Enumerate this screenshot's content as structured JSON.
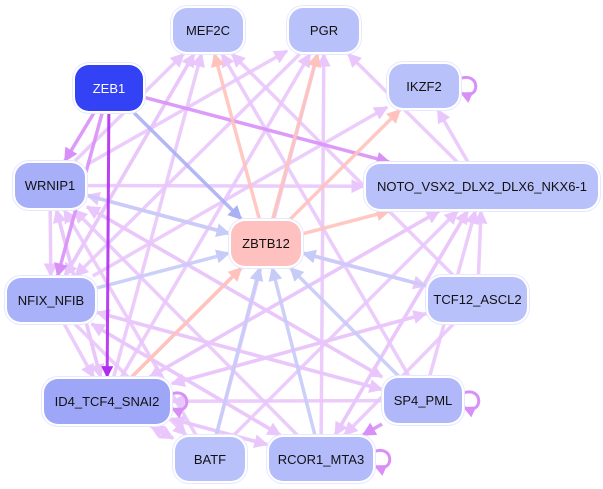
{
  "diagram": {
    "type": "directed-network",
    "colors": {
      "node_default": "#b9c1fb",
      "node_mid": "#a5adf7",
      "node_dark": "#3342f5",
      "node_highlight": "#ffc0c0",
      "edge_light_purple": "#e9c6fb",
      "edge_purple": "#d890f7",
      "edge_strong_purple": "#b02df0",
      "edge_blue": "#b0b6f5",
      "edge_salmon": "#ffc2bc"
    },
    "nodes": [
      {
        "id": "MEF2C",
        "label": "MEF2C",
        "fill": "#b9c1fb",
        "text": "#111111"
      },
      {
        "id": "PGR",
        "label": "PGR",
        "fill": "#b9c1fb",
        "text": "#111111"
      },
      {
        "id": "ZEB1",
        "label": "ZEB1",
        "fill": "#3342f5",
        "text": "#ffffff"
      },
      {
        "id": "IKZF2",
        "label": "IKZF2",
        "fill": "#b9c1fb",
        "text": "#111111"
      },
      {
        "id": "WRNIP1",
        "label": "WRNIP1",
        "fill": "#a7aff8",
        "text": "#111111"
      },
      {
        "id": "NOTO",
        "label": "NOTO_VSX2_DLX2_DLX6_NKX6-1",
        "fill": "#b9c1fb",
        "text": "#111111"
      },
      {
        "id": "ZBTB12",
        "label": "ZBTB12",
        "fill": "#ffc0c0",
        "text": "#111111"
      },
      {
        "id": "NFIX",
        "label": "NFIX_NFIB",
        "fill": "#a9b1f8",
        "text": "#111111"
      },
      {
        "id": "TCF12",
        "label": "TCF12_ASCL2",
        "fill": "#b9c1fb",
        "text": "#111111"
      },
      {
        "id": "ID4",
        "label": "ID4_TCF4_SNAI2",
        "fill": "#9ea7f7",
        "text": "#111111"
      },
      {
        "id": "SP4",
        "label": "SP4_PML",
        "fill": "#b0b8fa",
        "text": "#111111"
      },
      {
        "id": "BATF",
        "label": "BATF",
        "fill": "#b9c1fb",
        "text": "#111111"
      },
      {
        "id": "RCOR1",
        "label": "RCOR1_MTA3",
        "fill": "#b3bbfa",
        "text": "#111111"
      }
    ],
    "edges": [
      {
        "from": "ZEB1",
        "to": "NOTO",
        "color": "#d890f7"
      },
      {
        "from": "ZEB1",
        "to": "ZBTB12",
        "color": "#a9b0f4"
      },
      {
        "from": "ZEB1",
        "to": "ID4",
        "color": "#b02df0"
      },
      {
        "from": "ZEB1",
        "to": "WRNIP1",
        "color": "#d890f7"
      },
      {
        "from": "ZEB1",
        "to": "NFIX",
        "color": "#d890f7"
      },
      {
        "from": "IKZF2",
        "to": "IKZF2",
        "color": "#d890f7"
      },
      {
        "from": "NOTO",
        "to": "IKZF2",
        "color": "#e9c6fb"
      },
      {
        "from": "TCF12",
        "to": "NOTO",
        "color": "#e9c6fb"
      },
      {
        "from": "ZBTB12",
        "to": "MEF2C",
        "color": "#ffc2bc"
      },
      {
        "from": "ZBTB12",
        "to": "PGR",
        "color": "#ffc2bc"
      },
      {
        "from": "ZBTB12",
        "to": "NOTO",
        "color": "#ffc2bc"
      },
      {
        "from": "ID4",
        "to": "IKZF2",
        "color": "#ffc2bc"
      },
      {
        "from": "ID4",
        "to": "ZBTB12",
        "color": "#ffc2bc"
      },
      {
        "from": "WRNIP1",
        "to": "NFIX",
        "color": "#e9c6fb"
      },
      {
        "from": "WRNIP1",
        "to": "ZBTB12",
        "color": "#c6cbf8"
      },
      {
        "from": "WRNIP1",
        "to": "NOTO",
        "color": "#e9c6fb"
      },
      {
        "from": "WRNIP1",
        "to": "MEF2C",
        "color": "#e9c6fb"
      },
      {
        "from": "WRNIP1",
        "to": "PGR",
        "color": "#e9c6fb"
      },
      {
        "from": "WRNIP1",
        "to": "ID4",
        "color": "#e9c6fb"
      },
      {
        "from": "WRNIP1",
        "to": "SP4",
        "color": "#e9c6fb"
      },
      {
        "from": "WRNIP1",
        "to": "TCF12",
        "color": "#e9c6fb"
      },
      {
        "from": "NFIX",
        "to": "ZBTB12",
        "color": "#c6cbf8"
      },
      {
        "from": "NFIX",
        "to": "MEF2C",
        "color": "#e9c6fb"
      },
      {
        "from": "NFIX",
        "to": "IKZF2",
        "color": "#e9c6fb"
      },
      {
        "from": "NFIX",
        "to": "ID4",
        "color": "#e9c6fb"
      },
      {
        "from": "NFIX",
        "to": "RCOR1",
        "color": "#e9c6fb"
      },
      {
        "from": "NFIX",
        "to": "SP4",
        "color": "#e9c6fb"
      },
      {
        "from": "NFIX",
        "to": "BATF",
        "color": "#e9c6fb"
      },
      {
        "from": "ID4",
        "to": "ID4",
        "color": "#d890f7"
      },
      {
        "from": "ID4",
        "to": "MEF2C",
        "color": "#e9c6fb"
      },
      {
        "from": "ID4",
        "to": "PGR",
        "color": "#e9c6fb"
      },
      {
        "from": "ID4",
        "to": "NOTO",
        "color": "#e9c6fb"
      },
      {
        "from": "ID4",
        "to": "WRNIP1",
        "color": "#e9c6fb"
      },
      {
        "from": "ID4",
        "to": "BATF",
        "color": "#e9c6fb"
      },
      {
        "from": "ID4",
        "to": "RCOR1",
        "color": "#e9c6fb"
      },
      {
        "from": "ID4",
        "to": "TCF12",
        "color": "#e9c6fb"
      },
      {
        "from": "SP4",
        "to": "SP4",
        "color": "#d890f7"
      },
      {
        "from": "SP4",
        "to": "ZBTB12",
        "color": "#c6cbf8"
      },
      {
        "from": "SP4",
        "to": "RCOR1",
        "color": "#d890f7"
      },
      {
        "from": "SP4",
        "to": "ID4",
        "color": "#e9c6fb"
      },
      {
        "from": "SP4",
        "to": "NFIX",
        "color": "#e9c6fb"
      },
      {
        "from": "SP4",
        "to": "WRNIP1",
        "color": "#e9c6fb"
      },
      {
        "from": "SP4",
        "to": "MEF2C",
        "color": "#e9c6fb"
      },
      {
        "from": "SP4",
        "to": "NOTO",
        "color": "#e9c6fb"
      },
      {
        "from": "RCOR1",
        "to": "RCOR1",
        "color": "#d890f7"
      },
      {
        "from": "RCOR1",
        "to": "ZBTB12",
        "color": "#c6cbf8"
      },
      {
        "from": "RCOR1",
        "to": "PGR",
        "color": "#e9c6fb"
      },
      {
        "from": "RCOR1",
        "to": "NOTO",
        "color": "#e9c6fb"
      },
      {
        "from": "RCOR1",
        "to": "WRNIP1",
        "color": "#e9c6fb"
      },
      {
        "from": "RCOR1",
        "to": "NFIX",
        "color": "#e9c6fb"
      },
      {
        "from": "RCOR1",
        "to": "ID4",
        "color": "#e9c6fb"
      },
      {
        "from": "BATF",
        "to": "ZBTB12",
        "color": "#c6cbf8"
      },
      {
        "from": "BATF",
        "to": "PGR",
        "color": "#e9c6fb"
      },
      {
        "from": "BATF",
        "to": "NOTO",
        "color": "#e9c6fb"
      },
      {
        "from": "BATF",
        "to": "WRNIP1",
        "color": "#e9c6fb"
      },
      {
        "from": "BATF",
        "to": "ID4",
        "color": "#e9c6fb"
      },
      {
        "from": "TCF12",
        "to": "ZBTB12",
        "color": "#c6cbf8"
      },
      {
        "from": "TCF12",
        "to": "WRNIP1",
        "color": "#e9c6fb"
      },
      {
        "from": "TCF12",
        "to": "ID4",
        "color": "#e9c6fb"
      },
      {
        "from": "TCF12",
        "to": "MEF2C",
        "color": "#e9c6fb"
      },
      {
        "from": "TCF12",
        "to": "RCOR1",
        "color": "#e9c6fb"
      },
      {
        "from": "MEF2C",
        "to": "NFIX",
        "color": "#e9c6fb"
      },
      {
        "from": "PGR",
        "to": "NFIX",
        "color": "#e9c6fb"
      },
      {
        "from": "NOTO",
        "to": "PGR",
        "color": "#e9c6fb"
      },
      {
        "from": "NOTO",
        "to": "ID4",
        "color": "#e9c6fb"
      },
      {
        "from": "NOTO",
        "to": "RCOR1",
        "color": "#e9c6fb"
      }
    ]
  }
}
